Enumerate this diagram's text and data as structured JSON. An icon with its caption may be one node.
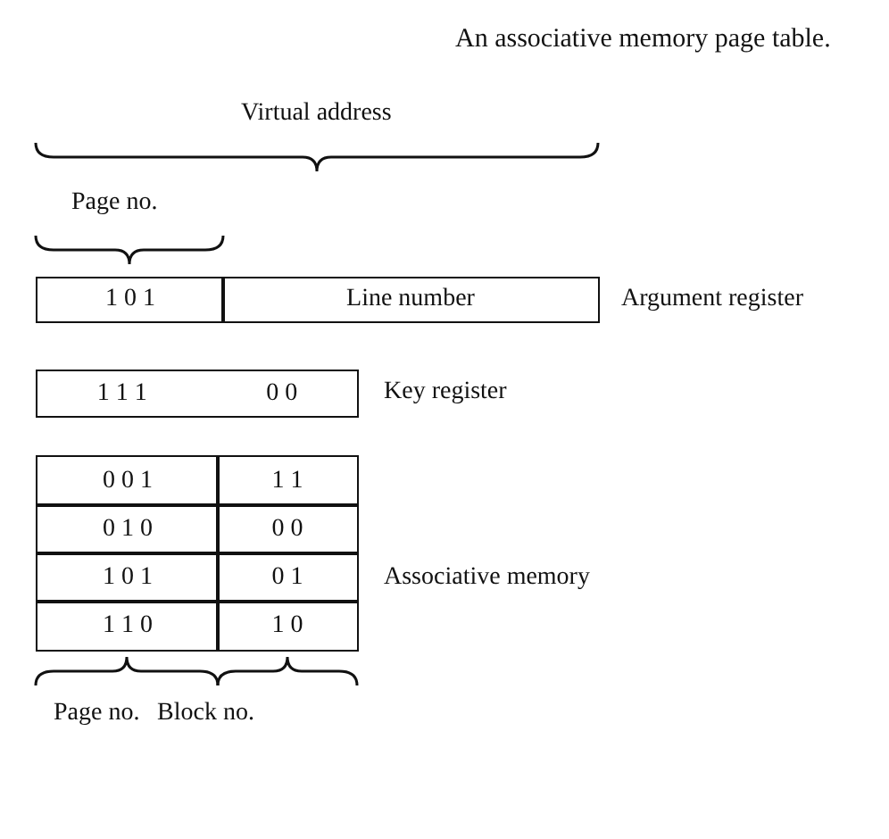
{
  "diagram": {
    "title": "An associative memory page table.",
    "nodes": [
      {
        "text": [
          "1 0 1"
        ]
      },
      {
        "text": [
          "Line number"
        ]
      },
      {
        "text": [
          "1 1 1",
          "0 0"
        ]
      },
      {
        "text": [
          "0 0 1"
        ]
      },
      {
        "text": [
          "1 1"
        ]
      },
      {
        "text": [
          "0 1 0"
        ]
      },
      {
        "text": [
          "0 0"
        ]
      },
      {
        "text": [
          "1 0 1"
        ]
      },
      {
        "text": [
          "0 1"
        ]
      },
      {
        "text": [
          "1 1 0"
        ]
      },
      {
        "text": [
          "1 0"
        ]
      }
    ],
    "labels": [
      "Virtual address",
      "Page no.",
      "Argument register",
      "Key register",
      "Associative memory",
      "Page no.",
      "Block no."
    ]
  }
}
